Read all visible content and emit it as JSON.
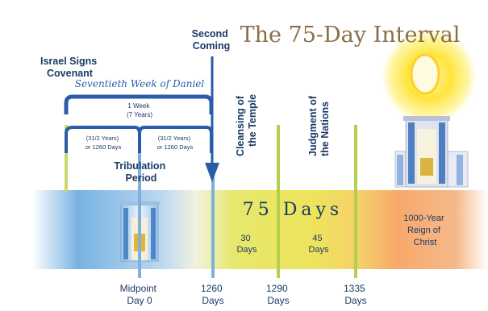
{
  "title": "The 75-Day Interval",
  "israel_label": [
    "Israel Signs",
    "Covenant"
  ],
  "seventieth_label": "Seventieth Week of Daniel",
  "second_coming_label": [
    "Second",
    "Coming"
  ],
  "one_week_label": [
    "1 Week",
    "(7 Years)"
  ],
  "half_week_left": [
    "(31/2 Years)",
    "or 1260 Days"
  ],
  "half_week_right": [
    "(31/2 Years)",
    "or 1260 Days"
  ],
  "tribulation_label": [
    "Tribulation",
    "Period"
  ],
  "cleansing_label": [
    "Cleansing of",
    "the Temple"
  ],
  "judgment_label": [
    "Judgment of",
    "the Nations"
  ],
  "seventy_five_days": "75 Days",
  "thirty_days": [
    "30",
    "Days"
  ],
  "forty_five_days": [
    "45",
    "Days"
  ],
  "reign_label": [
    "1000-Year",
    "Reign of",
    "Christ"
  ],
  "markers": [
    {
      "top": "Midpoint",
      "bottom": "Day 0"
    },
    {
      "top": "1260",
      "bottom": "Days"
    },
    {
      "top": "1290",
      "bottom": "Days"
    },
    {
      "top": "1335",
      "bottom": "Days"
    }
  ],
  "colors": {
    "navy": "#1b3a66",
    "blue_bracket": "#2a5ca8",
    "title_brown": "#8a6d4a",
    "sunburst": "#ffe24a",
    "timeline_blue": "#6fa8d8",
    "timeline_yellow": "#e8e56a",
    "timeline_orange": "#f4a066"
  }
}
